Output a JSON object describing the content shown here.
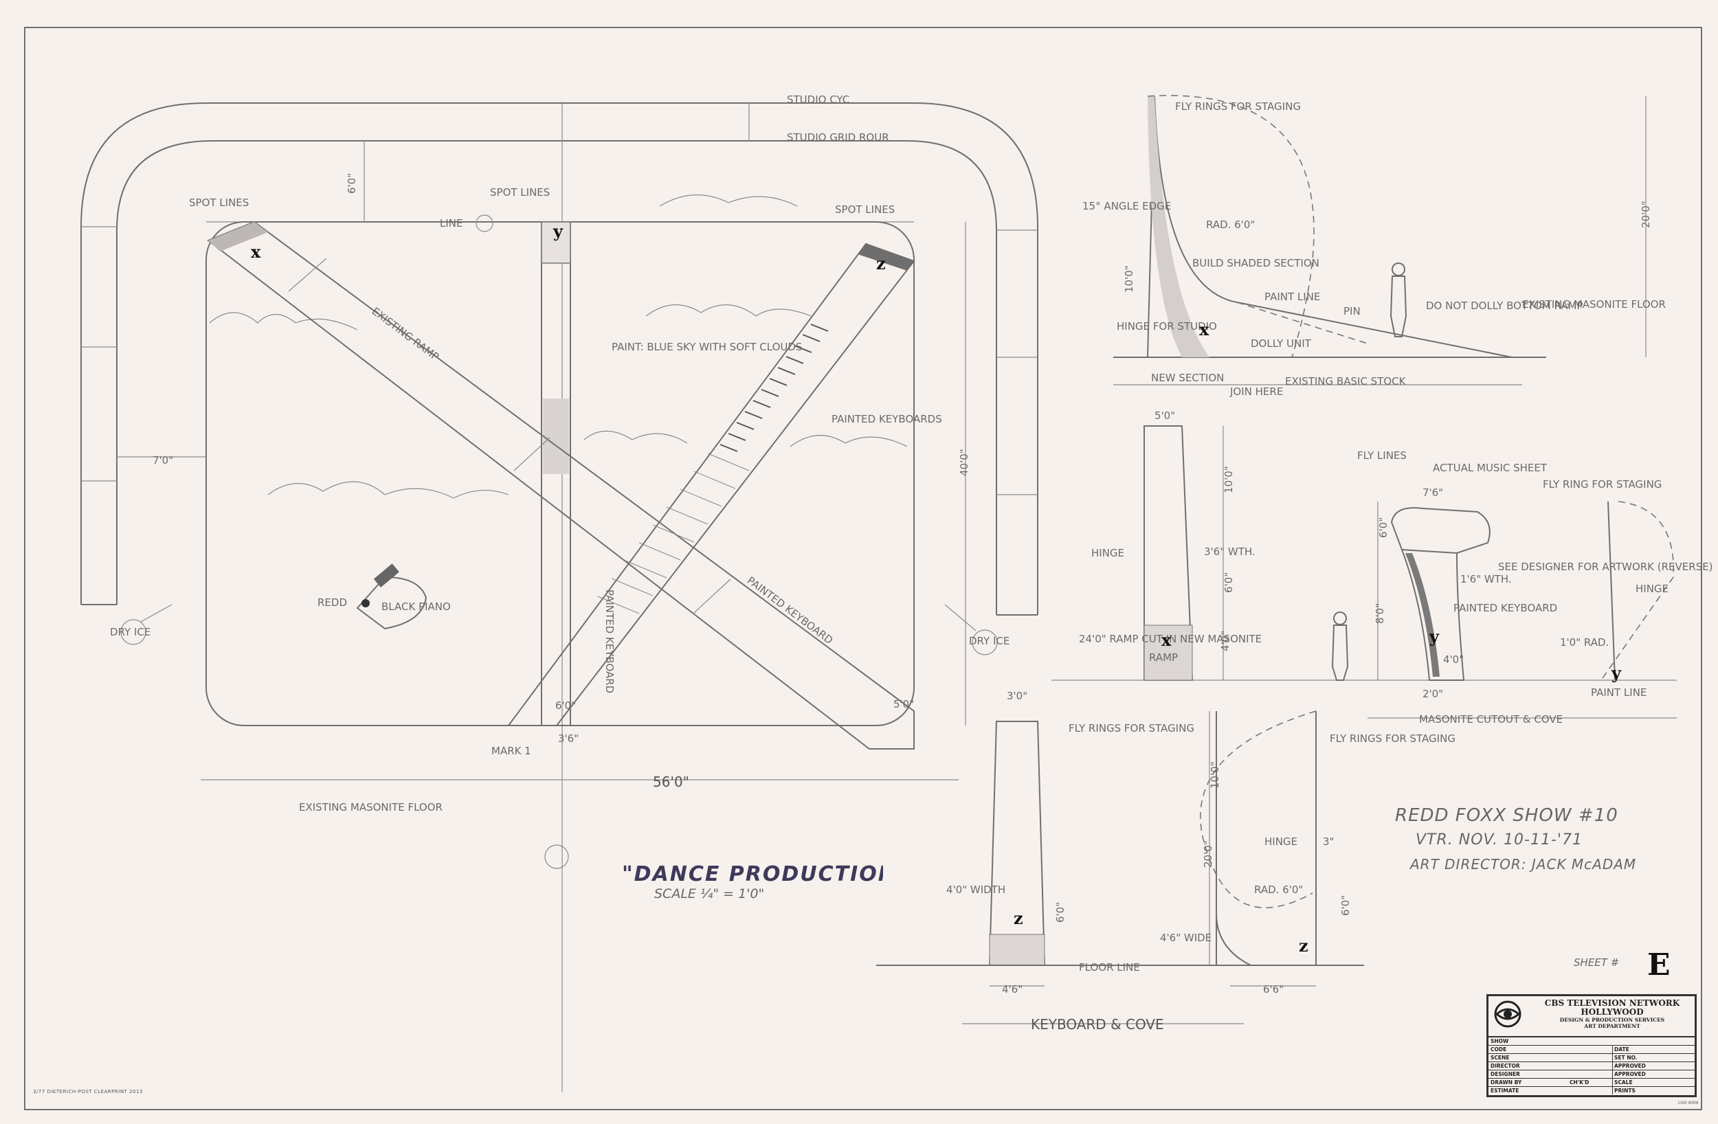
{
  "labels": {
    "studio_cyc": "STUDIO CYC",
    "studio_grid_rour": "STUDIO GRID ROUR",
    "six_zero": "6'0\"",
    "spot_lines_left": "SPOT LINES",
    "spot_lines_mid": "SPOT LINES",
    "spot_lines_right": "SPOT LINES",
    "line_c": "LINE",
    "existing_ramp": "EXISTING RAMP",
    "paint_blue_sky": "PAINT: BLUE SKY WITH SOFT CLOUDS",
    "painted_keyboards": "PAINTED KEYBOARDS",
    "painted_keyboard_vertical": "PAINTED KEYBOARD",
    "painted_keyboard_diag": "PAINTED KEYBOARD",
    "seven_zero": "7'0\"",
    "forty_zero": "40'0\"",
    "redd": "REDD",
    "black_piano": "BLACK PIANO",
    "dry_ice_left": "DRY ICE",
    "dry_ice_right": "DRY ICE",
    "six_zero_bottom": "6'0\"",
    "five_zero": "5'0\"",
    "three_six": "3'6\"",
    "mark_1": "MARK 1",
    "fifty_six": "56'0\"",
    "existing_masonite_floor": "EXISTING MASONITE FLOOR",
    "fly_rings_staging_top": "FLY RINGS FOR STAGING",
    "twenty_zero": "20'0\"",
    "angle_edge": "15° ANGLE EDGE",
    "rad_6": "RAD. 6'0\"",
    "build_shaded": "BUILD SHADED SECTION",
    "ten_zero_side": "10'0\"",
    "paint_line": "PAINT LINE",
    "pin": "PIN",
    "do_not_dolly": "DO NOT DOLLY BOTTOM RAMP",
    "existing_masonite": "EXISTING MASONITE FLOOR",
    "hinge_for_studio": "HINGE FOR STUDIO",
    "dolly_unit": "DOLLY UNIT",
    "new_section": "NEW SECTION",
    "join_here": "JOIN HERE",
    "existing_basic_stock": "EXISTING BASIC STOCK",
    "five_zero_top": "5'0\"",
    "ten_zero_a": "10'0\"",
    "hinge": "HINGE",
    "three_six_width": "3'6\" WTH.",
    "six_zero_mid": "6'0\"",
    "four_zero_mid": "4'0\"",
    "ramp_note": "24'0\" RAMP CUT IN NEW MASONITE",
    "ramp": "RAMP",
    "fly_lines": "FLY LINES",
    "actual_music_sheet": "ACTUAL MUSIC SHEET",
    "seven_six": "7'6\"",
    "fly_ring_staging": "FLY RING FOR STAGING",
    "six_zero_piano": "6'0\"",
    "see_designer": "SEE DESIGNER FOR ARTWORK (REVERSE)",
    "one_six_wth": "1'6\" WTH.",
    "painted_keyboard_piano": "PAINTED KEYBOARD",
    "eight_zero": "8'0\"",
    "hinge_right": "HINGE",
    "four_zero_piano": "4'0\"",
    "two_zero": "2'0\"",
    "rad_cove": "1'0\" RAD.",
    "paint_line_right": "PAINT LINE",
    "masonite_cutout": "MASONITE CUTOUT & COVE",
    "three_zero": "3'0\"",
    "fly_rings_staging_mid": "FLY RINGS FOR STAGING",
    "fly_rings_staging_cove": "FLY RINGS FOR STAGING",
    "ten_zero_cove": "10'0\"",
    "twenty_zero_cove": "20'0\"",
    "hinge_cove": "HINGE",
    "three_cove": "3\"",
    "rad_six_cove": "RAD. 6'0\"",
    "four_zero_width": "4'0\" WIDTH",
    "six_zero_key": "6'0\"",
    "four_six_wide": "4'6\" WIDE",
    "six_zero_cove_r": "6'0\"",
    "floor_line": "FLOOR LINE",
    "four_six": "4'6\"",
    "six_six": "6'6\"",
    "keyboard_cove": "KEYBOARD & COVE"
  },
  "markers": {
    "x1": "x",
    "y1": "y",
    "z1": "z",
    "x2": "x",
    "x3": "x",
    "y2": "y",
    "y3": "y",
    "z2": "z",
    "z3": "z"
  },
  "titles": {
    "dance_production": "\"DANCE PRODUCTION\"",
    "scale": "SCALE ¼\" = 1'0\"",
    "show": "REDD FOXX SHOW #10",
    "date": "VTR. NOV. 10-11-'71",
    "director": "ART DIRECTOR: JACK McADAM",
    "sheet_label": "SHEET #",
    "sheet_letter": "E"
  },
  "title_block": {
    "network": "CBS TELEVISION NETWORK",
    "city": "HOLLYWOOD",
    "services": "DESIGN & PRODUCTION SERVICES",
    "department": "ART DEPARTMENT",
    "rows": [
      {
        "left": "SHOW",
        "right": ""
      },
      {
        "left": "CODE",
        "right": "DATE"
      },
      {
        "left": "SCENE",
        "right": "SET NO."
      },
      {
        "left": "DIRECTOR",
        "right": "APPROVED"
      },
      {
        "left": "DESIGNER",
        "right": "APPROVED"
      },
      {
        "left": "DRAWN BY",
        "mid": "CH'K'D",
        "right": "SCALE"
      },
      {
        "left": "ESTIMATE",
        "right": "PRINTS"
      }
    ]
  },
  "footer": {
    "print_note": "3/77   DIETERICH-POST  CLEARPRINT  2013",
    "lgh": "LGH  4006"
  }
}
